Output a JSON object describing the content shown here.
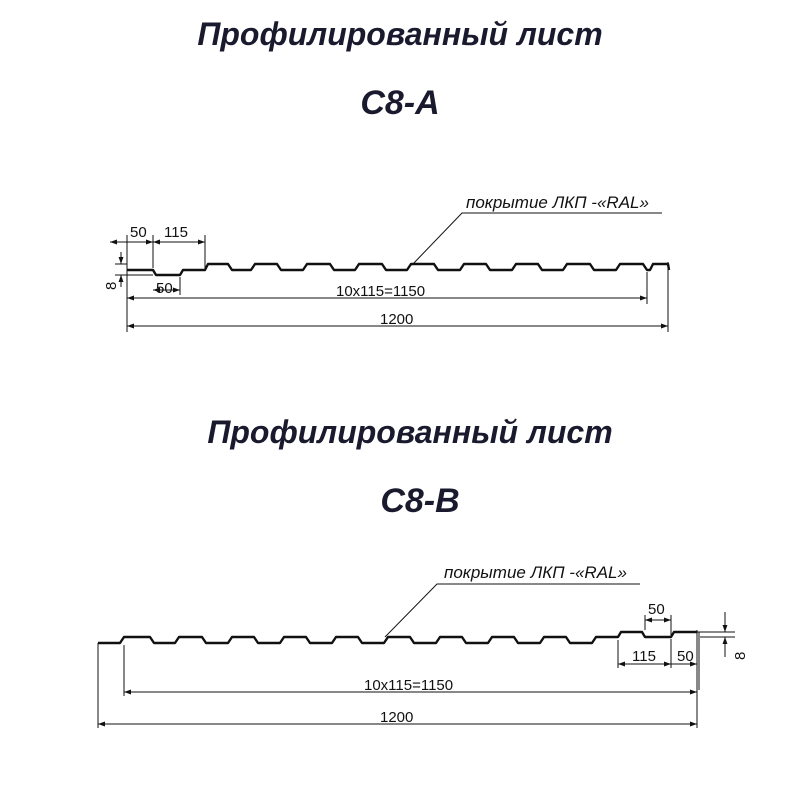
{
  "profile_a": {
    "title": "Профилированный лист",
    "model": "С8-А",
    "coating": "покрытие ЛКП -«RAL»",
    "dim_top_a": "50",
    "dim_top_b": "115",
    "dim_small": "50",
    "dim_height": "8",
    "dim_pitch": "10x115=1150",
    "dim_total": "1200"
  },
  "profile_b": {
    "title": "Профилированный лист",
    "model": "С8-В",
    "coating": "покрытие ЛКП -«RAL»",
    "dim_top": "50",
    "dim_mid_a": "115",
    "dim_mid_b": "50",
    "dim_height": "8",
    "dim_pitch": "10x115=1150",
    "dim_total": "1200"
  }
}
